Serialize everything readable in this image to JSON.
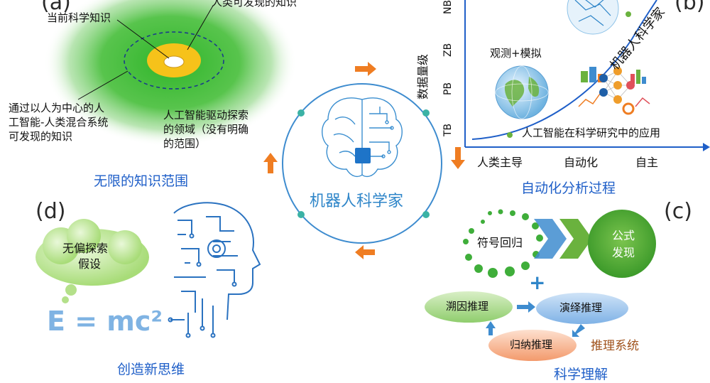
{
  "panel_a": {
    "label": "(a)",
    "current_knowledge": "当前科学知识",
    "human_discoverable": "人类可发现的知识",
    "hybrid_line1": "通过以人为中心的人",
    "hybrid_line2": "工智能-人类混合系统",
    "hybrid_line3": "可发现的知识",
    "ai_line1": "人工智能驱动探索",
    "ai_line2": "的领域（没有明确",
    "ai_line3": "的范围）",
    "title": "无限的知识范围"
  },
  "panel_b": {
    "label": "(b)",
    "y_axis_label": "数据量级",
    "y_ticks": [
      "TB",
      "PB",
      "ZB",
      "NB"
    ],
    "x_ticks": [
      "人类主导",
      "自动化",
      "自主"
    ],
    "curve_label": "机器人科学家",
    "observe_label": "观测+模拟",
    "application_label": "人工智能在科学研究中的应用",
    "title": "自动化分析过程"
  },
  "panel_c": {
    "label": "(c)",
    "symbolic_regression": "符号回归",
    "formula_line1": "公式",
    "formula_line2": "发现",
    "plus": "+",
    "abductive": "溯因推理",
    "deductive": "演绎推理",
    "inductive": "归纳推理",
    "reasoning_system": "推理系统",
    "title": "科学理解"
  },
  "panel_d": {
    "label": "(d)",
    "thought_line1": "无偏探索",
    "thought_line2": "假设",
    "equation": "E = mc²",
    "title": "创造新思维"
  },
  "center": {
    "title": "机器人科学家"
  },
  "colors": {
    "accent_blue": "#1f5fc8",
    "orange": "#ef7d22",
    "green": "#6ab23e",
    "teal": "#3bb2a5",
    "brain_blue": "#2f86c9"
  },
  "icons": [
    "brain-chip-icon",
    "globe-icon",
    "neural-network-icon",
    "circuit-head-icon",
    "thought-cloud-icon",
    "chevron-arrow-icon"
  ]
}
